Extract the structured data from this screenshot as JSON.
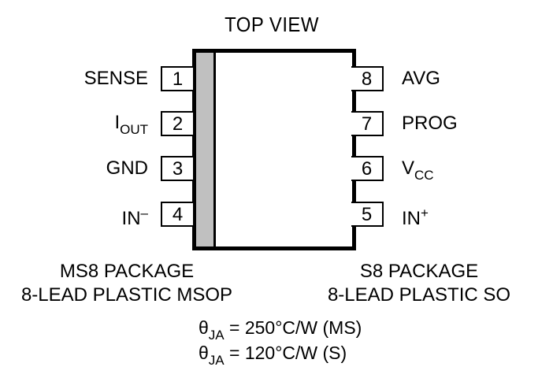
{
  "title": "TOP VIEW",
  "left_pins": [
    {
      "number": "1",
      "label_main": "SENSE",
      "label_sub": "",
      "label_sup": ""
    },
    {
      "number": "2",
      "label_main": "I",
      "label_sub": "OUT",
      "label_sup": ""
    },
    {
      "number": "3",
      "label_main": "GND",
      "label_sub": "",
      "label_sup": ""
    },
    {
      "number": "4",
      "label_main": "IN",
      "label_sub": "",
      "label_sup": "–"
    }
  ],
  "right_pins": [
    {
      "number": "8",
      "label_main": "AVG",
      "label_sub": "",
      "label_sup": ""
    },
    {
      "number": "7",
      "label_main": "PROG",
      "label_sub": "",
      "label_sup": ""
    },
    {
      "number": "6",
      "label_main": "V",
      "label_sub": "CC",
      "label_sup": ""
    },
    {
      "number": "5",
      "label_main": "IN",
      "label_sub": "",
      "label_sup": "+"
    }
  ],
  "packages": {
    "left": {
      "line1": "MS8 PACKAGE",
      "line2": "8-LEAD PLASTIC MSOP"
    },
    "right": {
      "line1": "S8 PACKAGE",
      "line2": "8-LEAD PLASTIC SO"
    }
  },
  "thermal": [
    {
      "symbol": "θ",
      "sub": "JA",
      "value": " = 250°C/W (MS)"
    },
    {
      "symbol": "θ",
      "sub": "JA",
      "value": " = 120°C/W (S)"
    }
  ]
}
